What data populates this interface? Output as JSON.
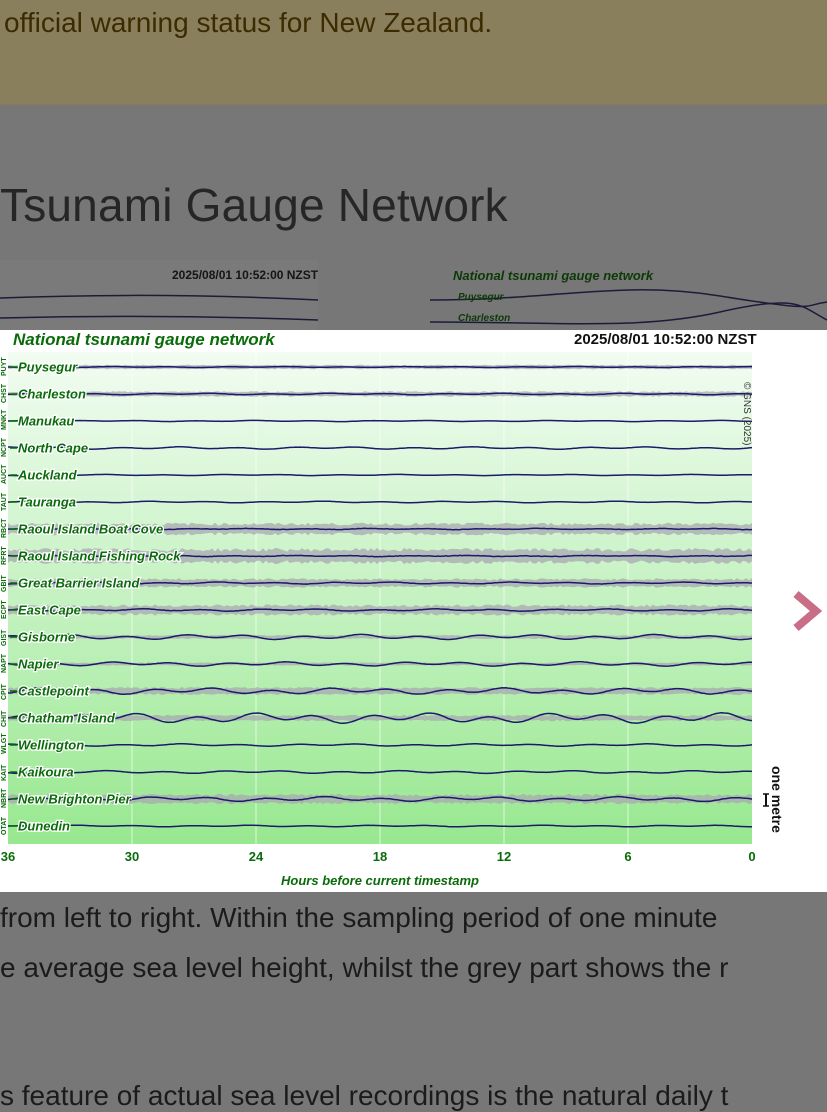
{
  "banner": {
    "text": "official warning status for New Zealand."
  },
  "section": {
    "heading": "Tsunami Gauge Network"
  },
  "background_thumbs": {
    "timestamp": "2025/08/01 10:52:00 NZST",
    "title": "National tsunami gauge network",
    "stations": [
      "Puysegur",
      "Charleston"
    ]
  },
  "body": {
    "line1": "from left to right. Within the sampling period of one minute",
    "line2": "e average sea level height, whilst the grey part shows the r",
    "line3": "s feature of actual sea level recordings is the natural daily t"
  },
  "lightbox": {
    "next_icon": "chevron-right-icon",
    "accent_color": "#c86e86"
  },
  "chart_data": {
    "type": "line",
    "title": "National tsunami gauge network",
    "timestamp": "2025/08/01 10:52:00 NZST",
    "copyright": "© GNS (2025)",
    "xlabel": "Hours before current timestamp",
    "xlim": [
      36,
      0
    ],
    "x_ticks": [
      "36",
      "30",
      "24",
      "18",
      "12",
      "6",
      "0"
    ],
    "scale_label": "one metre",
    "grid": true,
    "colors": {
      "mean_line": "#1d1a6b",
      "range_band": "#a8a8b0",
      "panel_top": "#f2fcf2",
      "panel_bottom": "#98e890",
      "labels": "#0a6b0a"
    },
    "series": [
      {
        "name": "Puysegur",
        "code": "PUYT",
        "amplitude": 0.25,
        "noise": 0.6
      },
      {
        "name": "Charleston",
        "code": "CHST",
        "amplitude": 0.4,
        "noise": 0.7
      },
      {
        "name": "Manukau",
        "code": "MNKT",
        "amplitude": 0.3,
        "noise": 0.2
      },
      {
        "name": "North Cape",
        "code": "NCPT",
        "amplitude": 0.6,
        "noise": 0.3
      },
      {
        "name": "Auckland",
        "code": "AUCT",
        "amplitude": 0.3,
        "noise": 0.2
      },
      {
        "name": "Tauranga",
        "code": "TAUT",
        "amplitude": 0.4,
        "noise": 0.2
      },
      {
        "name": "Raoul Island Boat Cove",
        "code": "RBCT",
        "amplitude": 0.3,
        "noise": 1.6
      },
      {
        "name": "Raoul Island Fishing Rock",
        "code": "RFRT",
        "amplitude": 0.3,
        "noise": 2.0
      },
      {
        "name": "Great Barrier Island",
        "code": "GBIT",
        "amplitude": 0.5,
        "noise": 1.2
      },
      {
        "name": "East Cape",
        "code": "ECPT",
        "amplitude": 0.6,
        "noise": 1.4
      },
      {
        "name": "Gisborne",
        "code": "GIST",
        "amplitude": 1.3,
        "noise": 0.5
      },
      {
        "name": "Napier",
        "code": "NAPT",
        "amplitude": 1.1,
        "noise": 0.4
      },
      {
        "name": "Castlepoint",
        "code": "CPIT",
        "amplitude": 1.6,
        "noise": 1.0
      },
      {
        "name": "Chatham Island",
        "code": "CHIT",
        "amplitude": 2.6,
        "noise": 0.8
      },
      {
        "name": "Wellington",
        "code": "WLGT",
        "amplitude": 0.6,
        "noise": 0.3
      },
      {
        "name": "Kaikoura",
        "code": "KAIT",
        "amplitude": 0.7,
        "noise": 0.3
      },
      {
        "name": "New Brighton Pier",
        "code": "NBRT",
        "amplitude": 1.2,
        "noise": 1.3
      },
      {
        "name": "Dunedin",
        "code": "OTAT",
        "amplitude": 0.4,
        "noise": 0.2
      }
    ]
  }
}
